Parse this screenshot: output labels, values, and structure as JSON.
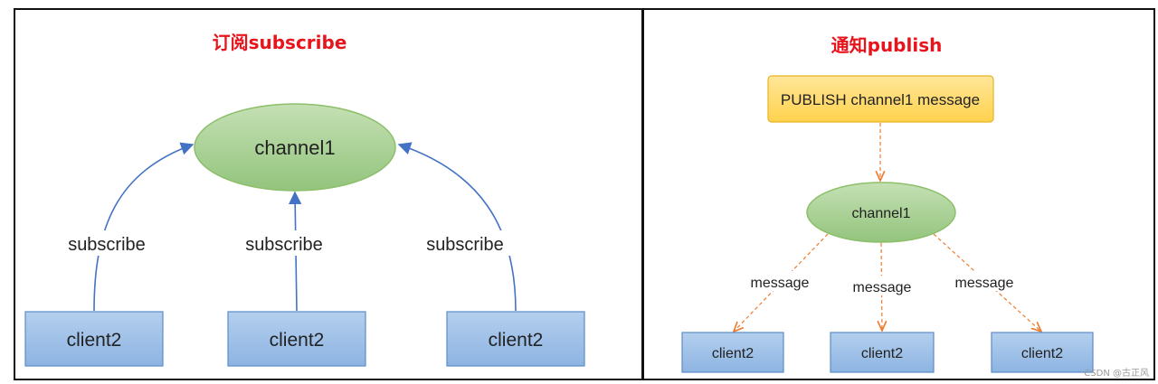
{
  "subscribe_panel": {
    "title": "订阅subscribe",
    "channel": "channel1",
    "edges": [
      "subscribe",
      "subscribe",
      "subscribe"
    ],
    "clients": [
      "client2",
      "client2",
      "client2"
    ]
  },
  "publish_panel": {
    "title": "通知publish",
    "command": "PUBLISH channel1 message",
    "channel": "channel1",
    "edges": [
      "message",
      "message",
      "message"
    ],
    "clients": [
      "client2",
      "client2",
      "client2"
    ]
  },
  "watermark": "CSDN @古正风",
  "colors": {
    "title": "#e8141c",
    "channel_fill": "#a9d18e",
    "channel_stroke": "#8cbf6a",
    "client_fill": "#9dc3e6",
    "client_stroke": "#5b8cc8",
    "command_fill": "#ffd966",
    "subscribe_arrow": "#4472c4",
    "message_arrow": "#ed7d31"
  }
}
